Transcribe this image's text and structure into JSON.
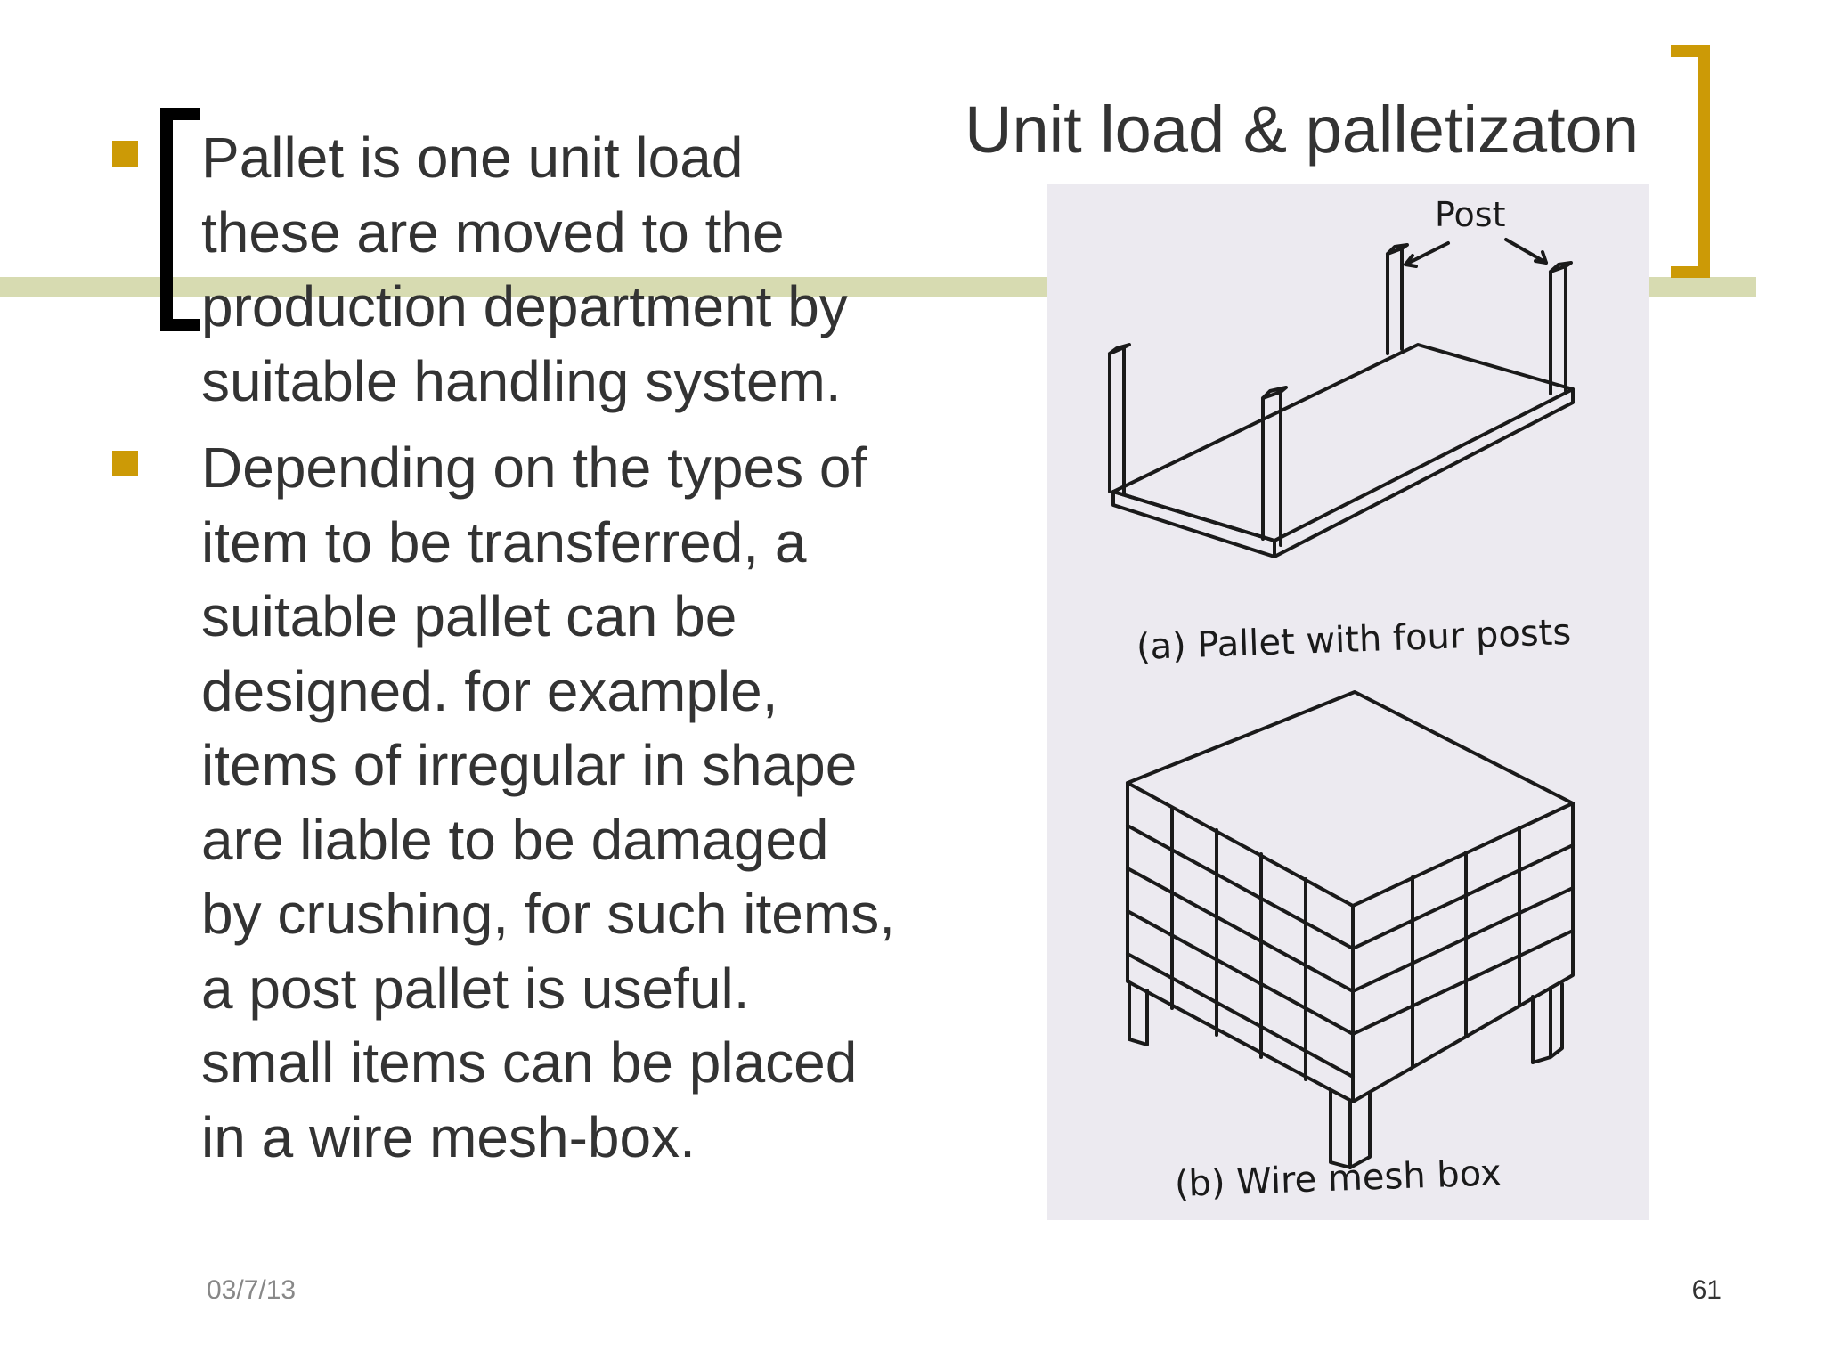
{
  "slide": {
    "title": "Unit load & palletizaton",
    "bullets": [
      "Pallet is one unit load these are moved to the production department by suitable handling system.",
      "Depending on the types of item to be transferred, a suitable pallet can be designed. for example, items of irregular in shape are liable to be damaged by crushing, for such items, a post pallet is useful. small items can be placed in a wire mesh-box."
    ],
    "footer_date": "03/7/13",
    "page_number": "61"
  },
  "figure": {
    "post_label": "Post",
    "caption_a": "(a) Pallet with four posts",
    "caption_b": "(b) Wire mesh box"
  },
  "colors": {
    "accent": "#cc9a06",
    "rule": "#d7dbb1",
    "text": "#333333"
  }
}
